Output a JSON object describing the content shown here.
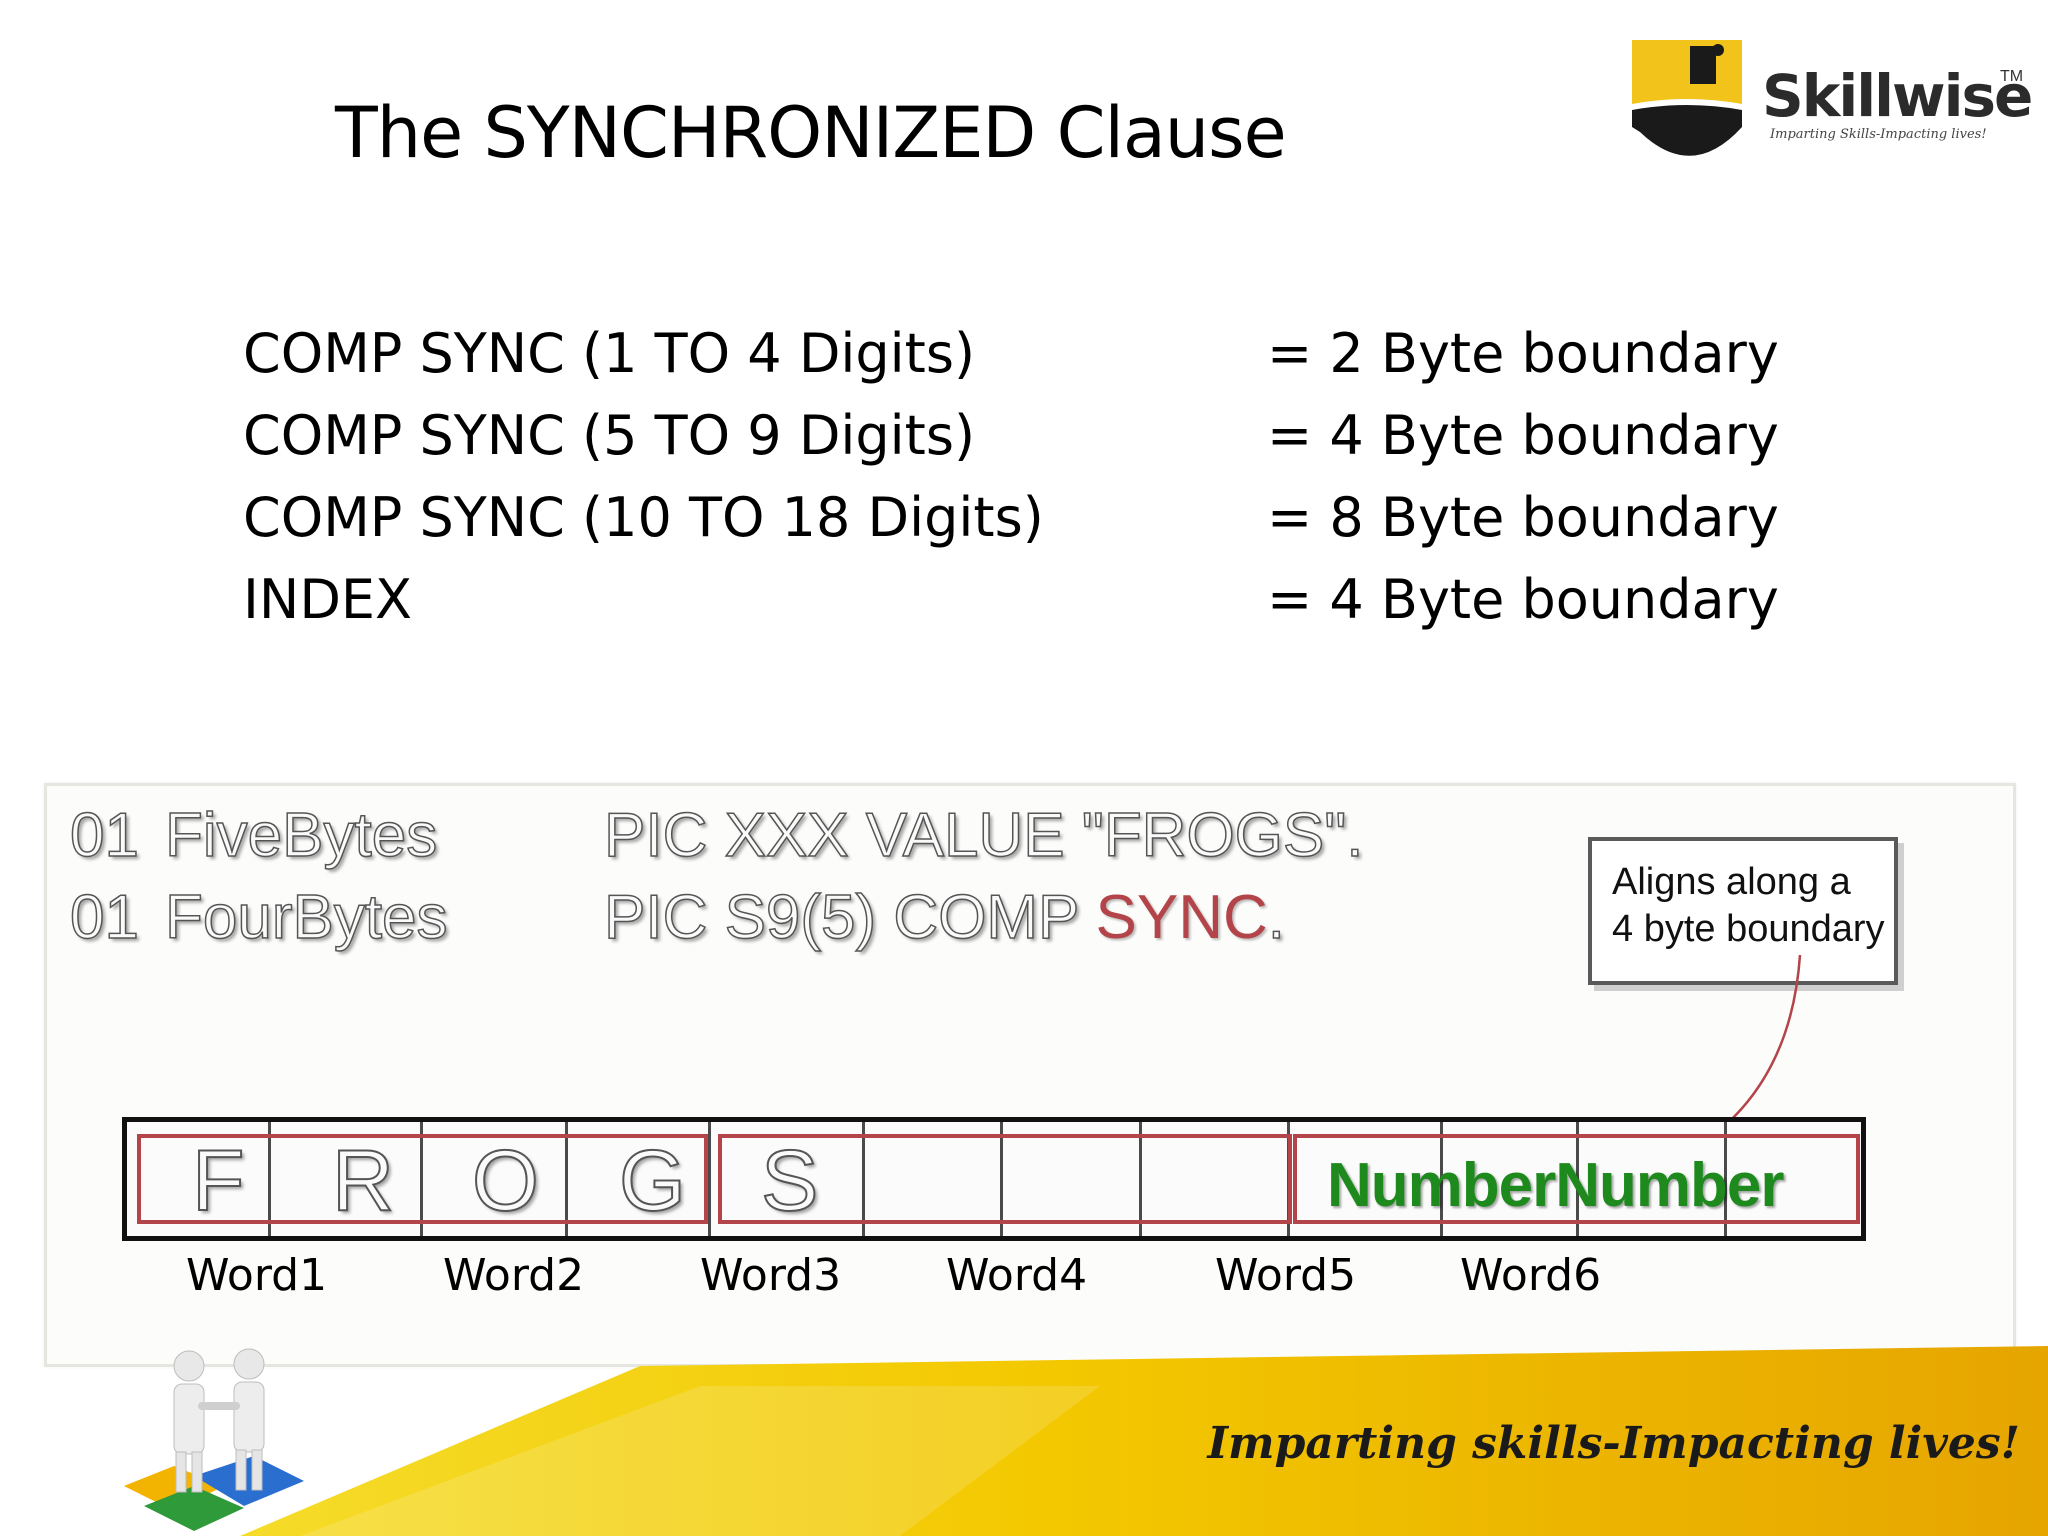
{
  "title": "The SYNCHRONIZED Clause",
  "logo": {
    "brand": "Skillwise",
    "trademark": "TM",
    "tagline": "Imparting Skills-Impacting lives!",
    "colors": {
      "shield_yellow": "#f2c31a",
      "shield_black": "#1a1a1a"
    }
  },
  "rules": [
    {
      "item": "COMP SYNC (1 TO 4 Digits)",
      "boundary": "= 2 Byte boundary"
    },
    {
      "item": "COMP SYNC (5 TO 9 Digits)",
      "boundary": "= 4 Byte boundary"
    },
    {
      "item": "COMP SYNC (10 TO 18 Digits)",
      "boundary": "= 8 Byte boundary"
    },
    {
      "item": "INDEX",
      "boundary": "= 4 Byte boundary"
    }
  ],
  "example": {
    "line1": {
      "level": "01",
      "name": "FiveBytes",
      "clause": "PIC XXX  VALUE \"FROGS\"."
    },
    "line2": {
      "level": "01",
      "name": "FourBytes",
      "clause_pre": "PIC S9(5)   COMP ",
      "highlight": "SYNC",
      "clause_post": "."
    },
    "callout": {
      "line1": "Aligns along a",
      "line2": "4 byte boundary"
    }
  },
  "memory": {
    "letters": [
      "F",
      "R",
      "O",
      "G",
      "S"
    ],
    "number_text": "NumberNumber",
    "word_labels": [
      "Word1",
      "Word2",
      "Word3",
      "Word4",
      "Word5",
      "Word6"
    ]
  },
  "footer": {
    "slogan": "Imparting skills-Impacting lives!"
  },
  "colors": {
    "highlight_red": "#b3444a",
    "number_green": "#1e8a1e",
    "footer_gold": "#f2c200"
  }
}
